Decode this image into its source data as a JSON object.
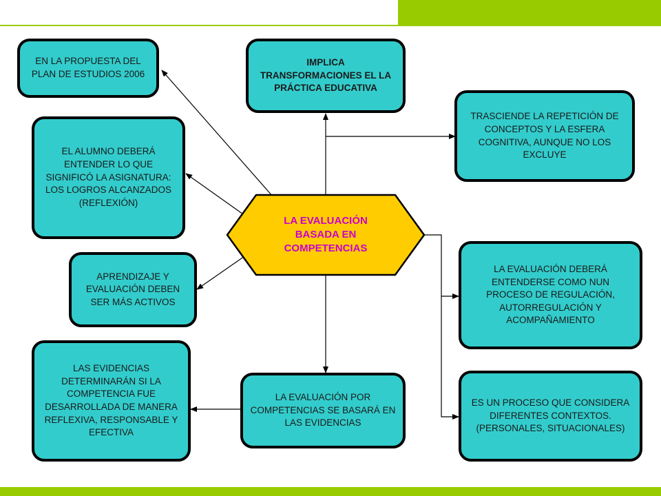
{
  "diagram": {
    "center": "LA EVALUACIÓN BASADA EN COMPETENCIAS",
    "nodes": {
      "plan_estudios": "EN LA PROPUESTA DEL PLAN DE ESTUDIOS 2006",
      "transformaciones": "IMPLICA TRANSFORMACIONES EL LA PRÁCTICA EDUCATIVA",
      "trasciende": "TRASCIENDE LA REPETICIÓN DE CONCEPTOS Y LA ESFERA COGNITIVA, AUNQUE NO LOS EXCLUYE",
      "alumno": "EL ALUMNO DEBERÁ ENTENDER LO QUE SIGNIFICÓ LA ASIGNATURA: LOS LOGROS ALCANZADOS (REFLEXIÓN)",
      "aprendizaje": "APRENDIZAJE Y EVALUACIÓN DEBEN SER MÁS ACTIVOS",
      "regulacion": "LA EVALUACIÓN DEBERÁ ENTENDERSE COMO NUN PROCESO DE REGULACIÓN, AUTORREGULACIÓN Y ACOMPAÑAMIENTO",
      "evidencias_determinan": "LAS EVIDENCIAS DETERMINARÁN SI LA COMPETENCIA FUE DESARROLLADA DE MANERA REFLEXIVA, RESPONSABLE Y EFECTIVA",
      "evaluacion_evidencias": "LA EVALUACIÓN POR COMPETENCIAS SE BASARÁ EN LAS EVIDENCIAS",
      "contextos": "ES UN PROCESO QUE CONSIDERA DIFERENTES CONTEXTOS. (PERSONALES, SITUACIONALES)"
    },
    "colors": {
      "node_fill": "#33cccc",
      "center_fill": "#ffcc00",
      "center_text": "#cc00cc",
      "accent_bar": "#99cc00",
      "outline": "#000000"
    }
  }
}
